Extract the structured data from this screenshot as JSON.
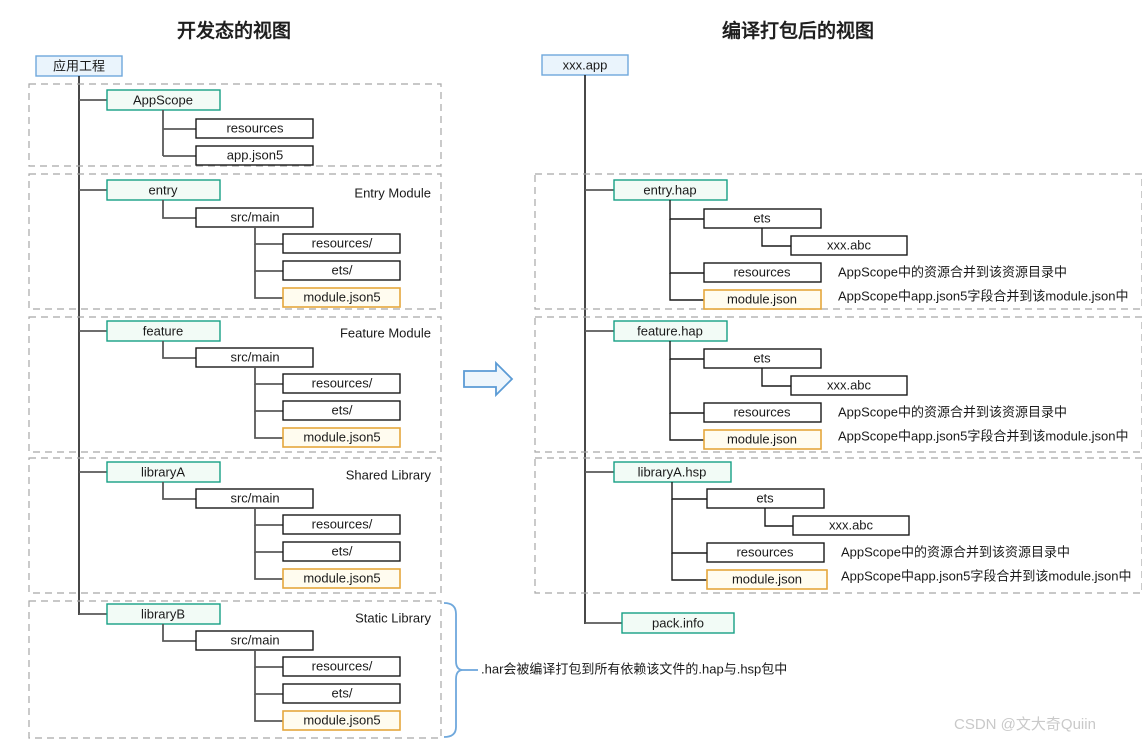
{
  "titles": {
    "left": "开发态的视图",
    "right": "编译打包后的视图"
  },
  "watermark": "CSDN @文大奇Quiin",
  "left_tree": {
    "root": "应用工程",
    "groups": [
      {
        "label": "",
        "module": "AppScope",
        "children": [
          "resources",
          "app.json5"
        ]
      },
      {
        "label": "Entry Module",
        "module": "entry",
        "sub": "src/main",
        "children": [
          "resources/",
          "ets/",
          "module.json5"
        ]
      },
      {
        "label": "Feature Module",
        "module": "feature",
        "sub": "src/main",
        "children": [
          "resources/",
          "ets/",
          "module.json5"
        ]
      },
      {
        "label": "Shared Library",
        "module": "libraryA",
        "sub": "src/main",
        "children": [
          "resources/",
          "ets/",
          "module.json5"
        ]
      },
      {
        "label": "Static Library",
        "module": "libraryB",
        "sub": "src/main",
        "children": [
          "resources/",
          "ets/",
          "module.json5"
        ]
      }
    ],
    "brace_label": ".har会被编译打包到所有依赖该文件的.hap与.hsp包中"
  },
  "right_tree": {
    "root": "xxx.app",
    "groups": [
      {
        "module": "entry.hap",
        "ets": "ets",
        "abc": "xxx.abc",
        "resources": "resources",
        "module_json": "module.json",
        "note_resources": "AppScope中的资源合并到该资源目录中",
        "note_module": "AppScope中app.json5字段合并到该module.json中"
      },
      {
        "module": "feature.hap",
        "ets": "ets",
        "abc": "xxx.abc",
        "resources": "resources",
        "module_json": "module.json",
        "note_resources": "AppScope中的资源合并到该资源目录中",
        "note_module": "AppScope中app.json5字段合并到该module.json中"
      },
      {
        "module": "libraryA.hsp",
        "ets": "ets",
        "abc": "xxx.abc",
        "resources": "resources",
        "module_json": "module.json",
        "note_resources": "AppScope中的资源合并到该资源目录中",
        "note_module": "AppScope中app.json5字段合并到该module.json中"
      }
    ],
    "pack_info": "pack.info"
  },
  "colors": {
    "root_box_fill": "#eaf4fc",
    "root_box_stroke": "#6fa8dc",
    "module_box_fill": "#f2fbf6",
    "module_box_stroke": "#16a085",
    "json_box_fill": "#fffcef",
    "json_box_stroke": "#e5a73c",
    "plain_box_fill": "#ffffff",
    "plain_box_stroke": "#1a1a1a",
    "group_dash": "#a8a8a8",
    "arrow_fill": "#eef6fc",
    "arrow_stroke": "#5b9bd5"
  }
}
